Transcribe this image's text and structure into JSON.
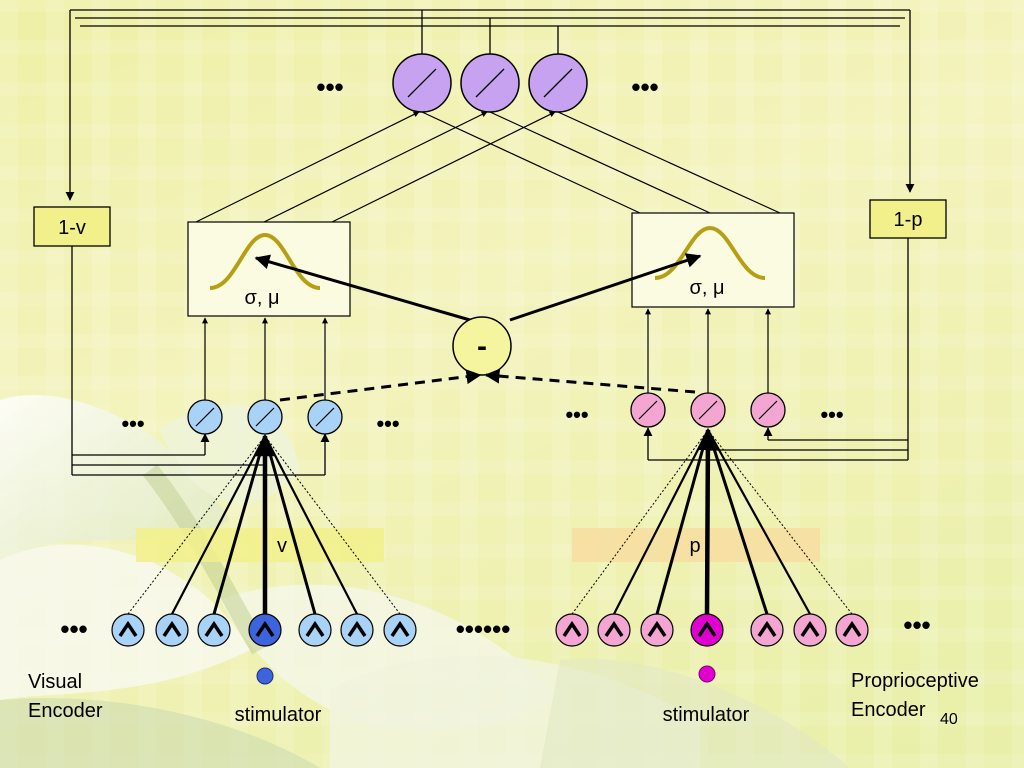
{
  "diagram": {
    "ellipsis": "•••",
    "long_ellipsis": "••••••",
    "minus_label": "-",
    "sigma_mu_label": "σ, μ",
    "one_minus_v": "1-v",
    "one_minus_p": "1-p",
    "v_bar_label": "v",
    "p_bar_label": "p",
    "visual_encoder_line1": "Visual",
    "visual_encoder_line2": "Encoder",
    "proprio_line1": "Proprioceptive",
    "proprio_line2": "Encoder",
    "stimulator_left": "stimulator",
    "stimulator_right": "stimulator",
    "page_number": "40",
    "colors": {
      "purple": "#c7a2f1",
      "blue": "#a9d2f7",
      "blue_active": "#3d64dc",
      "pink": "#f4a6d3",
      "pink_active": "#e000cf",
      "yellow_box": "#f2f08a",
      "gauss": "#b5a015"
    }
  }
}
